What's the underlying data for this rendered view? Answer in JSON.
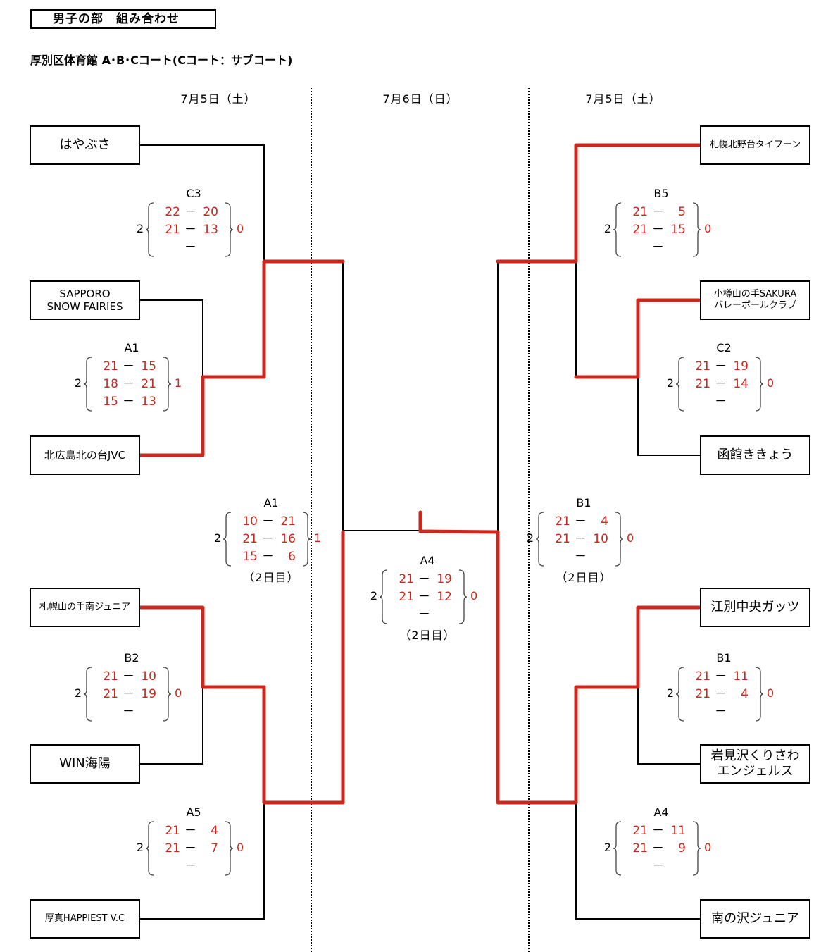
{
  "header": {
    "title": "男子の部　組み合わせ",
    "venue": "厚別区体育館 A･B･Cコート(Cコート：サブコート)"
  },
  "dates": {
    "left": "7月5日（土）",
    "center": "7月6日（日）",
    "right": "7月5日（土）"
  },
  "colors": {
    "winner_line": "#c8281e",
    "score": "#c8281e",
    "line": "#000000"
  },
  "teams": {
    "left": [
      {
        "name": "はやぶさ"
      },
      {
        "name": "SAPPORO",
        "name2": "SNOW FAIRIES"
      },
      {
        "name": "北広島北の台JVC"
      },
      {
        "name": "札幌山の手南ジュニア"
      },
      {
        "name": "WIN海陽"
      },
      {
        "name": "厚真HAPPIEST V.C"
      }
    ],
    "right": [
      {
        "name": "札幌北野台タイフーン"
      },
      {
        "name": "小樽山の手SAKURA",
        "name2": "バレーボールクラブ"
      },
      {
        "name": "函館ききょう"
      },
      {
        "name": "江別中央ガッツ"
      },
      {
        "name": "岩見沢くりさわ",
        "name2": "エンジェルス"
      },
      {
        "name": "南の沢ジュニア"
      }
    ]
  },
  "matches": {
    "l1": {
      "court": "C3",
      "left_wins": "2",
      "right_wins": "0",
      "sets": [
        [
          "22",
          "20"
        ],
        [
          "21",
          "13"
        ],
        [
          "",
          ""
        ]
      ],
      "note": ""
    },
    "l2": {
      "court": "A1",
      "left_wins": "2",
      "right_wins": "1",
      "sets": [
        [
          "21",
          "15"
        ],
        [
          "18",
          "21"
        ],
        [
          "15",
          "13"
        ]
      ],
      "note": ""
    },
    "l3": {
      "court": "A1",
      "left_wins": "2",
      "right_wins": "1",
      "sets": [
        [
          "10",
          "21"
        ],
        [
          "21",
          "16"
        ],
        [
          "15",
          "6"
        ]
      ],
      "note": "（2日目）"
    },
    "l4": {
      "court": "B2",
      "left_wins": "2",
      "right_wins": "0",
      "sets": [
        [
          "21",
          "10"
        ],
        [
          "21",
          "19"
        ],
        [
          "",
          ""
        ]
      ],
      "note": ""
    },
    "l5": {
      "court": "A5",
      "left_wins": "2",
      "right_wins": "0",
      "sets": [
        [
          "21",
          "4"
        ],
        [
          "21",
          "7"
        ],
        [
          "",
          ""
        ]
      ],
      "note": ""
    },
    "final": {
      "court": "A4",
      "left_wins": "2",
      "right_wins": "0",
      "sets": [
        [
          "21",
          "19"
        ],
        [
          "21",
          "12"
        ],
        [
          "",
          ""
        ]
      ],
      "note": "（2日目）"
    },
    "r1": {
      "court": "B5",
      "left_wins": "2",
      "right_wins": "0",
      "sets": [
        [
          "21",
          "5"
        ],
        [
          "21",
          "15"
        ],
        [
          "",
          ""
        ]
      ],
      "note": ""
    },
    "r2": {
      "court": "C2",
      "left_wins": "2",
      "right_wins": "0",
      "sets": [
        [
          "21",
          "19"
        ],
        [
          "21",
          "14"
        ],
        [
          "",
          ""
        ]
      ],
      "note": ""
    },
    "r3": {
      "court": "B1",
      "left_wins": "2",
      "right_wins": "0",
      "sets": [
        [
          "21",
          "4"
        ],
        [
          "21",
          "10"
        ],
        [
          "",
          ""
        ]
      ],
      "note": "（2日目）"
    },
    "r4": {
      "court": "B1",
      "left_wins": "2",
      "right_wins": "0",
      "sets": [
        [
          "21",
          "11"
        ],
        [
          "21",
          "4"
        ],
        [
          "",
          ""
        ]
      ],
      "note": ""
    },
    "r5": {
      "court": "A4",
      "left_wins": "2",
      "right_wins": "0",
      "sets": [
        [
          "21",
          "11"
        ],
        [
          "21",
          "9"
        ],
        [
          "",
          ""
        ]
      ],
      "note": ""
    }
  },
  "set_dash": "－",
  "empty_set_dash": "－"
}
